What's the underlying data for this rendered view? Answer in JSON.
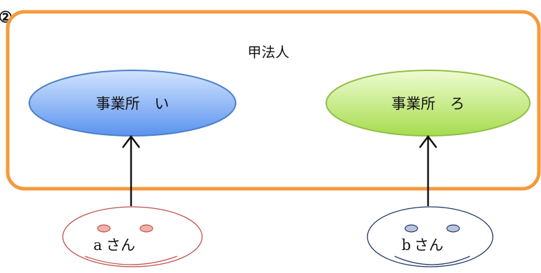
{
  "figure_number": "②",
  "organization": {
    "label": "甲法人",
    "border_color": "#f59a3c"
  },
  "offices": [
    {
      "label": "事業所　い",
      "fill_top": "#d2e4ff",
      "fill_bottom": "#5b93ee",
      "stroke": "#4b7fc9"
    },
    {
      "label": "事業所　ろ",
      "fill_top": "#effcd2",
      "fill_bottom": "#a6dc4e",
      "stroke": "#8fbf45"
    }
  ],
  "persons": [
    {
      "name": "a",
      "suffix": "さん",
      "stroke": "#c0504d",
      "eye_fill": "#f0b2a8"
    },
    {
      "name": "b",
      "suffix": "さん",
      "stroke": "#1f3864",
      "eye_fill": "#b8c6dc"
    }
  ],
  "arrow_color": "#111111"
}
